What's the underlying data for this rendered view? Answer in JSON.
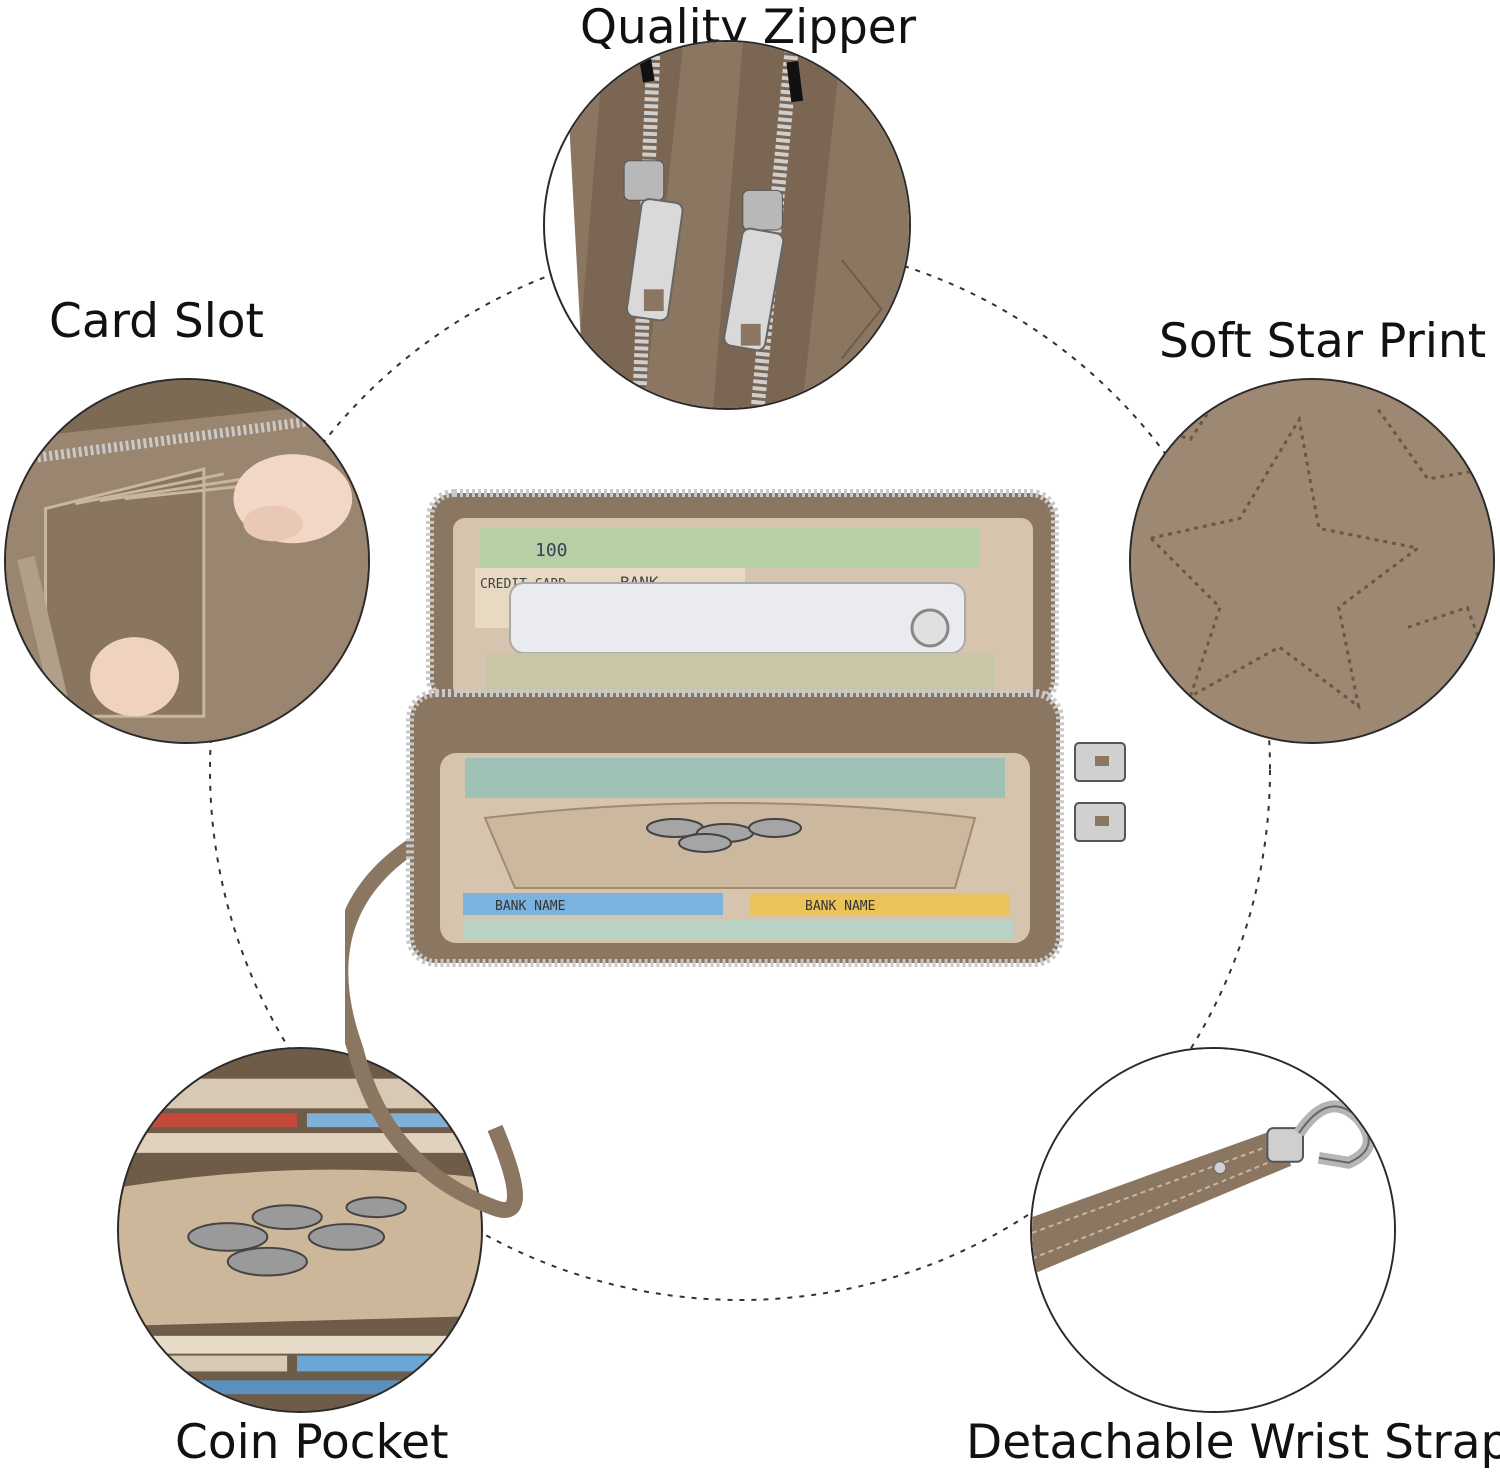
{
  "labels": {
    "zipper": "Quality Zipper",
    "card_slot": "Card Slot",
    "star_print": "Soft Star Print",
    "coin_pocket": "Coin Pocket",
    "wrist_strap": "Detachable Wrist Strap"
  },
  "wallet_prints": {
    "credit_card": "CREDIT CARD",
    "bank": "BANK",
    "bank_name": "BANK NAME",
    "bill": "100"
  },
  "colors": {
    "leather": "#8b7661",
    "leather_dark": "#6e5b48",
    "leather_light": "#a8927a",
    "lining": "#d6c4ae",
    "zipper": "#c9c9c9",
    "text": "#111111",
    "ring": "#333333"
  },
  "icons": [
    "zipper-pull-icon",
    "star-stitch-icon",
    "clip-icon"
  ]
}
